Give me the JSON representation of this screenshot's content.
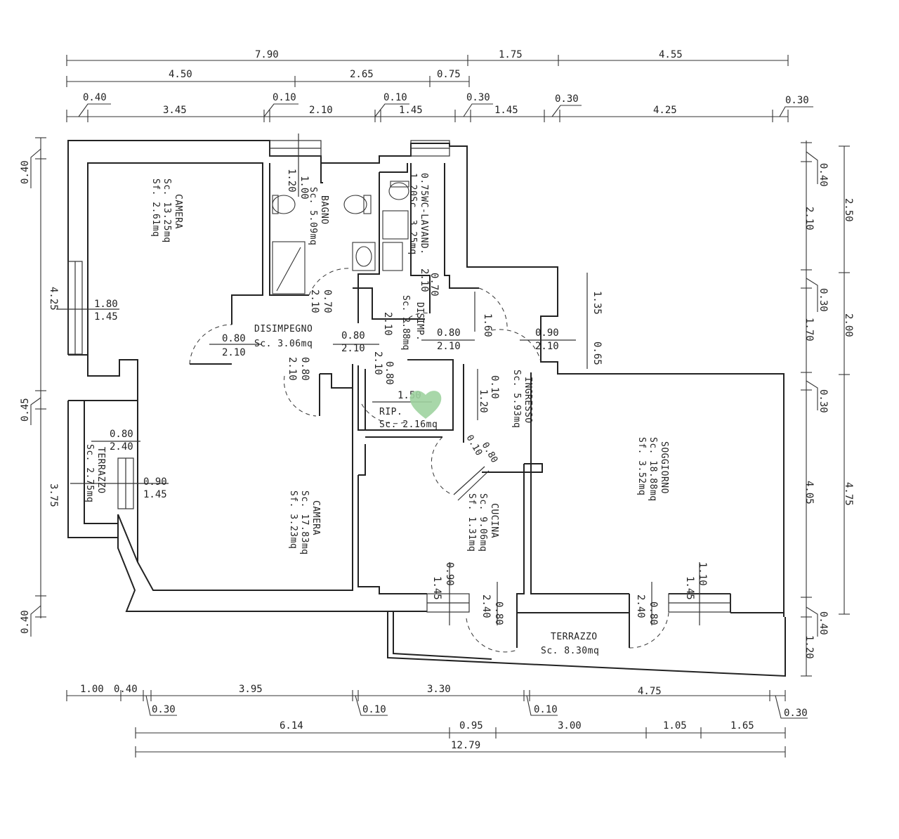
{
  "colors": {
    "ink": "#222222",
    "accent": "#9fd3a0"
  },
  "icons": {
    "logo": "heart-icon"
  },
  "dims_top": {
    "r1": [
      "7.90",
      "1.75",
      "4.55"
    ],
    "r2": [
      "4.50",
      "2.65",
      "0.75"
    ],
    "r3": [
      "0.40",
      "3.45",
      "0.10",
      "2.10",
      "0.10",
      "1.45",
      "0.30",
      "1.45",
      "0.30",
      "4.25",
      "0.30"
    ]
  },
  "dims_bottom": {
    "r1": [
      "1.00",
      "0.40",
      "0.30",
      "3.95",
      "0.10",
      "3.30",
      "0.10",
      "4.75",
      "0.30"
    ],
    "r2": [
      "6.14",
      "0.95",
      "3.00",
      "1.05",
      "1.65"
    ],
    "total": "12.79"
  },
  "dims_left": [
    "0.40",
    "4.25",
    "0.45",
    "3.75",
    "0.40"
  ],
  "dims_right_inner": [
    "0.40",
    "2.10",
    "0.30",
    "1.70",
    "0.30",
    "4.05",
    "0.40",
    "1.20"
  ],
  "dims_right_outer": [
    "2.50",
    "2.00",
    "4.75"
  ],
  "rooms": {
    "camera1": {
      "name": "CAMERA",
      "sc": "Sc. 13.25mq",
      "sf": "Sf. 2.61mq"
    },
    "bagno": {
      "name": "BAGNO",
      "sc": "Sc. 5.09mq"
    },
    "wc": {
      "name": "0.75WC-LAVAND.",
      "sc": "1.20Sc. 3.25mq"
    },
    "disimp2": {
      "name": "DISIMP.",
      "sc": "Sc. 2.88mq"
    },
    "disimpegno": {
      "name": "DISIMPEGNO",
      "sc": "Sc. 3.06mq"
    },
    "rip": {
      "name": "RIP.",
      "sc": "Sc. 2.16mq"
    },
    "ingresso": {
      "name": "INGRESSO",
      "sc": "Sc. 5.93mq"
    },
    "soggiorno": {
      "name": "SOGGIORNO",
      "sc": "Sc. 18.88mq",
      "sf": "Sf. 3.52mq"
    },
    "terrazzo1": {
      "name": "TERRAZZO",
      "sc": "Sc. 2.75mq"
    },
    "camera2": {
      "name": "CAMERA",
      "sc": "Sc. 17.83mq",
      "sf": "Sf. 3.23mq"
    },
    "cucina": {
      "name": "CUCINA",
      "sc": "Sc. 9.06mq",
      "sf": "Sf. 1.31mq"
    },
    "terrazzo2": {
      "name": "TERRAZZO",
      "sc": "Sc. 8.30mq"
    }
  },
  "openings": {
    "o1": [
      "1.80",
      "1.45"
    ],
    "o2": [
      "1.00",
      "1.20"
    ],
    "o3": [
      "0.70",
      "2.10"
    ],
    "o4": [
      "0.70",
      "2.10"
    ],
    "o5": [
      "0.80",
      "2.10"
    ],
    "o6": [
      "0.80",
      "2.10"
    ],
    "o7": [
      "0.80",
      "2.10"
    ],
    "o8": [
      "0.80",
      "2.10"
    ],
    "o9": [
      "0.80",
      "2.10"
    ],
    "o10": [
      "0.90",
      "2.10"
    ],
    "o11": [
      "1.60",
      "1.35",
      "0.65"
    ],
    "o12": [
      "0.10",
      "1.20"
    ],
    "o13": [
      "1.50"
    ],
    "o14": [
      "0.80",
      "2.40"
    ],
    "o15": [
      "0.90",
      "1.45"
    ],
    "o16": [
      "0.10",
      "0.80"
    ],
    "o17": [
      "0.90",
      "1.45"
    ],
    "o18": [
      "0.80",
      "2.40"
    ],
    "o19": [
      "1.10",
      "1.45"
    ],
    "o20": [
      "0.80",
      "2.40"
    ],
    "o21": [
      "2.10"
    ]
  }
}
